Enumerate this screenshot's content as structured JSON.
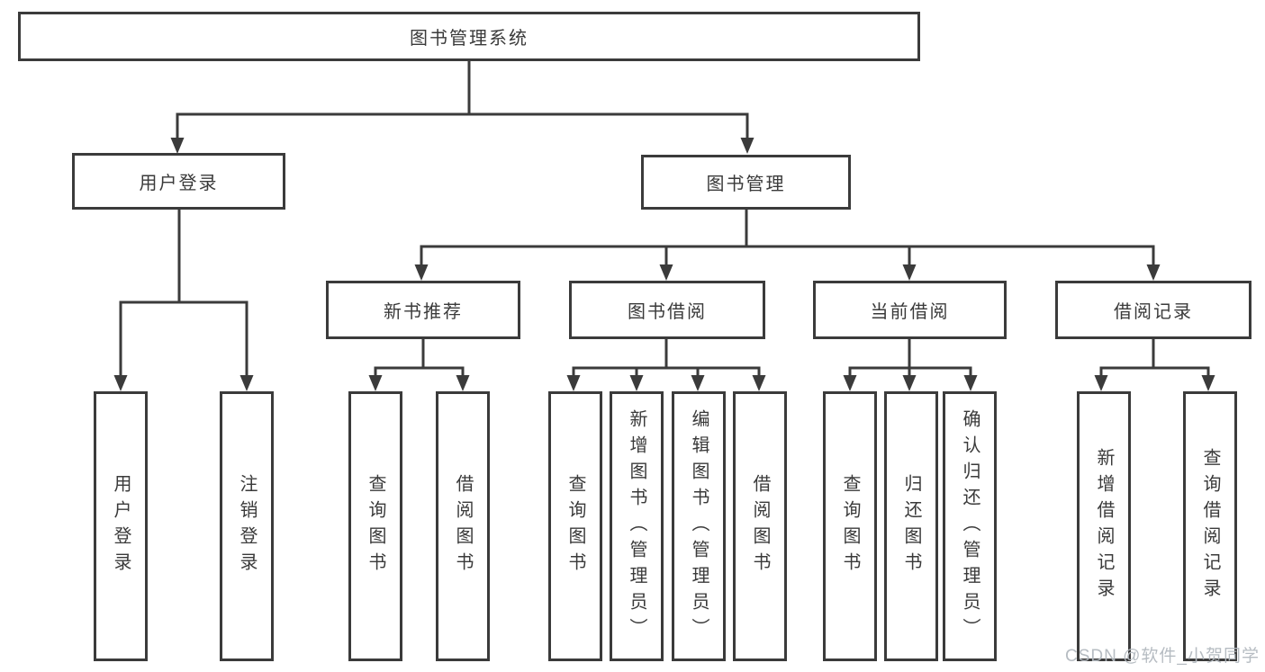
{
  "diagram": {
    "title": "图书管理系统",
    "root": {
      "label": "图书管理系统"
    },
    "level2": [
      {
        "id": "user-login",
        "label": "用户登录"
      },
      {
        "id": "book-management",
        "label": "图书管理"
      }
    ],
    "level3": [
      {
        "id": "new-book-recommend",
        "parent": "图书管理",
        "label": "新书推荐"
      },
      {
        "id": "book-borrow",
        "parent": "图书管理",
        "label": "图书借阅"
      },
      {
        "id": "current-borrow",
        "parent": "图书管理",
        "label": "当前借阅"
      },
      {
        "id": "borrow-records",
        "parent": "图书管理",
        "label": "借阅记录"
      }
    ],
    "leaves": [
      {
        "id": "user-login-action",
        "parent": "用户登录",
        "label": "用户登录"
      },
      {
        "id": "logout-action",
        "parent": "用户登录",
        "label": "注销登录"
      },
      {
        "id": "query-books-recommend",
        "parent": "新书推荐",
        "label": "查询图书"
      },
      {
        "id": "borrow-books-recommend",
        "parent": "新书推荐",
        "label": "借阅图书"
      },
      {
        "id": "query-books-borrow",
        "parent": "图书借阅",
        "label": "查询图书"
      },
      {
        "id": "add-books-admin",
        "parent": "图书借阅",
        "label": "新增图书（管理员）"
      },
      {
        "id": "edit-books-admin",
        "parent": "图书借阅",
        "label": "编辑图书（管理员）"
      },
      {
        "id": "borrow-books-borrow",
        "parent": "图书借阅",
        "label": "借阅图书"
      },
      {
        "id": "query-books-current",
        "parent": "当前借阅",
        "label": "查询图书"
      },
      {
        "id": "return-books",
        "parent": "当前借阅",
        "label": "归还图书"
      },
      {
        "id": "confirm-return-admin",
        "parent": "当前借阅",
        "label": "确认归还（管理员）"
      },
      {
        "id": "add-borrow-record",
        "parent": "借阅记录",
        "label": "新增借阅记录"
      },
      {
        "id": "query-borrow-record",
        "parent": "借阅记录",
        "label": "查询借阅记录"
      }
    ],
    "colors": {
      "line": "#3b3b3b",
      "box_border": "#3b3b3b",
      "text": "#3a3a3a",
      "background": "#ffffff",
      "watermark": "#b3b9bf"
    }
  },
  "watermark": {
    "text": "CSDN @软件_小贺同学"
  }
}
